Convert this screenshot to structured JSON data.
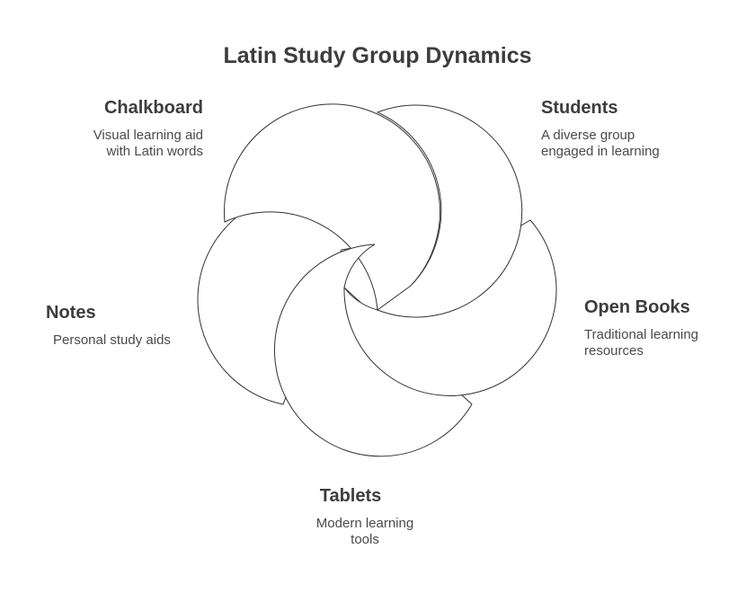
{
  "title": "Latin Study Group Dynamics",
  "colors": {
    "stroke": "#333333",
    "fill": "#ffffff",
    "text": "#3d3d3d"
  },
  "items": [
    {
      "name": "Chalkboard",
      "desc_lines": [
        "Visual learning aid",
        "with Latin words"
      ]
    },
    {
      "name": "Students",
      "desc_lines": [
        "A diverse group",
        "engaged in learning"
      ]
    },
    {
      "name": "Open Books",
      "desc_lines": [
        "Traditional learning",
        "resources"
      ]
    },
    {
      "name": "Tablets",
      "desc_lines": [
        "Modern learning",
        "tools"
      ]
    },
    {
      "name": "Notes",
      "desc_lines": [
        "Personal study aids"
      ]
    }
  ]
}
